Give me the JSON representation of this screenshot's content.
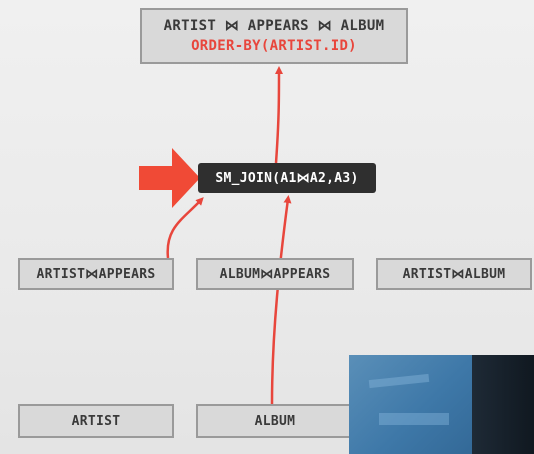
{
  "root": {
    "line1": "ARTIST ⋈ APPEARS ⋈ ALBUM",
    "line2": "ORDER-BY(ARTIST.ID)"
  },
  "operator": {
    "label": "SM_JOIN(A1⋈A2,A3)"
  },
  "level2": {
    "artist_appears": "ARTIST⋈APPEARS",
    "album_appears": "ALBUM⋈APPEARS",
    "artist_album": "ARTIST⋈ALBUM"
  },
  "level1": {
    "artist": "ARTIST",
    "album": "ALBUM"
  },
  "colors": {
    "accent": "#e8463c",
    "node_fill": "#d9d9d9",
    "node_border": "#9a9a9a",
    "operator_fill": "#2f2f2f"
  }
}
